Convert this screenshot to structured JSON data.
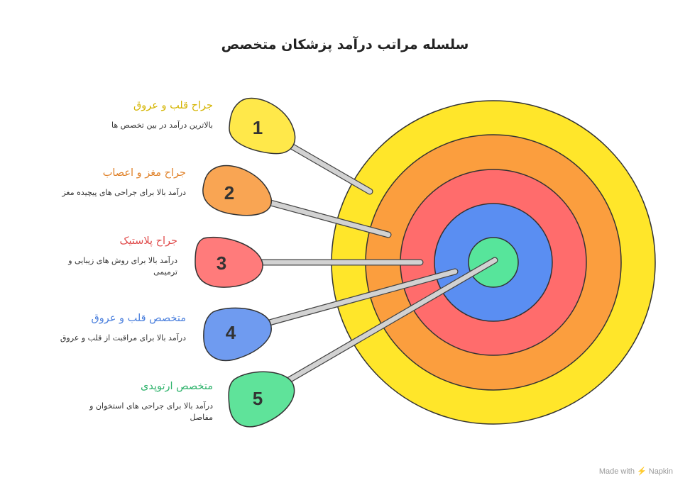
{
  "title": "سلسله مراتب درآمد پزشکان متخصص",
  "items": [
    {
      "number": "1",
      "heading": "جراح قلب و عروق",
      "description": "بالاترین درآمد در بین تخصص ها",
      "color": "#d4b400",
      "fill": "#ffe84a"
    },
    {
      "number": "2",
      "heading": "جراح مغز و اعصاب",
      "description": "درآمد بالا برای جراحی های پیچیده مغز",
      "color": "#e0822a",
      "fill": "#f9a553"
    },
    {
      "number": "3",
      "heading": "جراح پلاستیک",
      "description": "درآمد بالا برای روش های زیبایی و ترمیمی",
      "color": "#e04b4b",
      "fill": "#ff7b7b"
    },
    {
      "number": "4",
      "heading": "متخصص قلب و عروق",
      "description": "درآمد بالا برای مراقبت از قلب و عروق",
      "color": "#4a7fdd",
      "fill": "#6f9bf0"
    },
    {
      "number": "5",
      "heading": "متخصص ارتوپدی",
      "description": "درآمد بالا برای جراحی های استخوان و مفاصل",
      "color": "#2fb36c",
      "fill": "#5fe39a"
    }
  ],
  "rings": [
    "#ffe62a",
    "#fb9e3e",
    "#ff6c6c",
    "#5a8ef2",
    "#57e59b"
  ],
  "footer": "Made with ⚡ Napkin"
}
